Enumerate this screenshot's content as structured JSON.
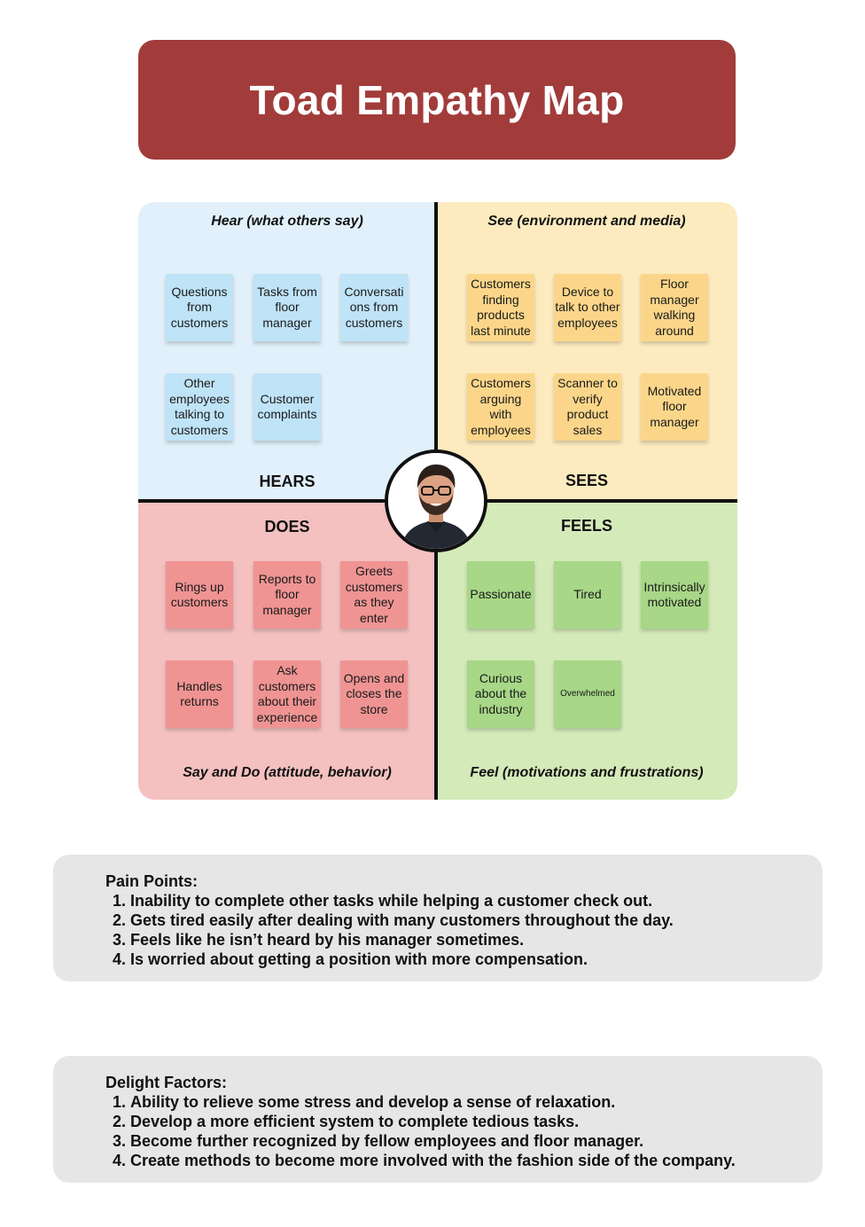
{
  "title": "Toad Empathy Map",
  "quadrants": {
    "hear": {
      "prompt": "Hear (what others say)",
      "label": "HEARS",
      "notes": [
        "Questions from customers",
        "Tasks from floor manager",
        "Conversati ons from customers",
        "Other employees talking to customers",
        "Customer complaints"
      ]
    },
    "see": {
      "prompt": "See (environment and media)",
      "label": "SEES",
      "notes": [
        "Customers finding products last minute",
        "Device to talk to other employees",
        "Floor manager walking around",
        "Customers arguing with employees",
        "Scanner to verify product sales",
        "Motivated floor manager"
      ]
    },
    "do": {
      "prompt": "Say and Do (attitude, behavior)",
      "label": "DOES",
      "notes": [
        "Rings up customers",
        "Reports to floor manager",
        "Greets customers as they enter",
        "Handles returns",
        "Ask customers about their experience",
        "Opens and closes the store"
      ]
    },
    "feel": {
      "prompt": "Feel (motivations and frustrations)",
      "label": "FEELS",
      "notes": [
        "Passionate",
        "Tired",
        "Intrinsically motivated",
        "Curious about the industry",
        "Overwhelmed"
      ]
    }
  },
  "avatar_icon": "user-portrait-icon",
  "colors": {
    "banner": "#a13c3b",
    "hear_bg": "#e1f0fa",
    "see_bg": "#fdebbf",
    "do_bg": "#f4c0c0",
    "feel_bg": "#d4eab9",
    "note_blue": "#bfe3f7",
    "note_yellow": "#fbd68a",
    "note_red": "#ef9493",
    "note_green": "#a7d787",
    "panel_bg": "#e6e6e6"
  },
  "pain_points": {
    "heading": "Pain Points:",
    "items": [
      "Inability to complete other tasks while helping a customer check out.",
      "Gets tired easily after dealing with many customers throughout the day.",
      "Feels like he isn’t heard by his manager sometimes.",
      "Is worried about getting a position with more compensation."
    ]
  },
  "delight_factors": {
    "heading": "Delight Factors:",
    "items": [
      "Ability to relieve some stress and develop a sense of relaxation.",
      "Develop a more efficient system to complete tedious tasks.",
      "Become further recognized by fellow employees and floor manager.",
      "Create methods to become more involved with the fashion side of the company."
    ]
  }
}
